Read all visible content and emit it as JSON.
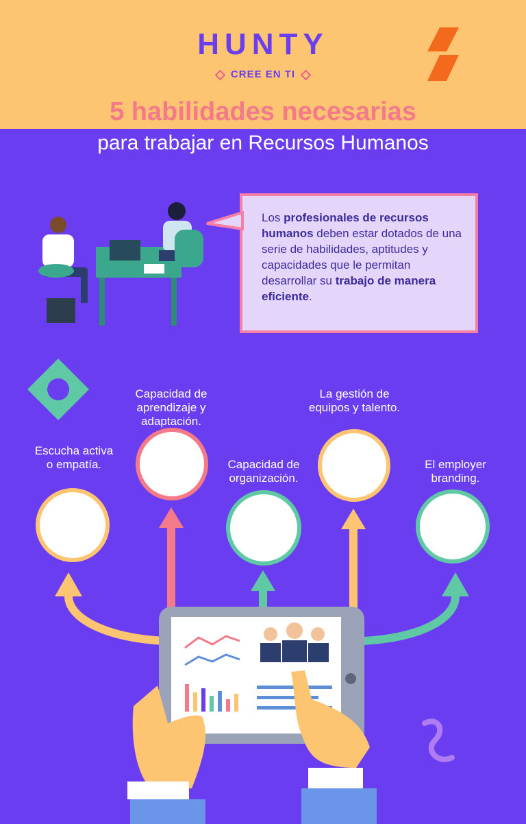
{
  "brand": {
    "name": "HUNTY",
    "tagline": "CREE EN TI"
  },
  "title": {
    "line1": "5 habilidades necesarias",
    "line2": "para trabajar en Recursos Humanos"
  },
  "intro": {
    "t1": "Los ",
    "b1": "profesionales de recursos humanos",
    "t2": " deben estar dotados de una serie de habilidades, aptitudes y capacidades que le permitan desarrollar su ",
    "b2": "trabajo de manera eficiente",
    "t3": "."
  },
  "skills": [
    {
      "label": "Escucha activa o empatía."
    },
    {
      "label": "Capacidad de aprendizaje y adaptación."
    },
    {
      "label": "Capacidad de organización."
    },
    {
      "label": "La gestión de equipos y talento."
    },
    {
      "label": "El employer branding."
    }
  ],
  "colors": {
    "background": "#6a3df0",
    "header": "#fdc572",
    "pink": "#f47a8a",
    "orange": "#fdc572",
    "mint": "#5fc9a5",
    "accent": "#f46a1c"
  }
}
